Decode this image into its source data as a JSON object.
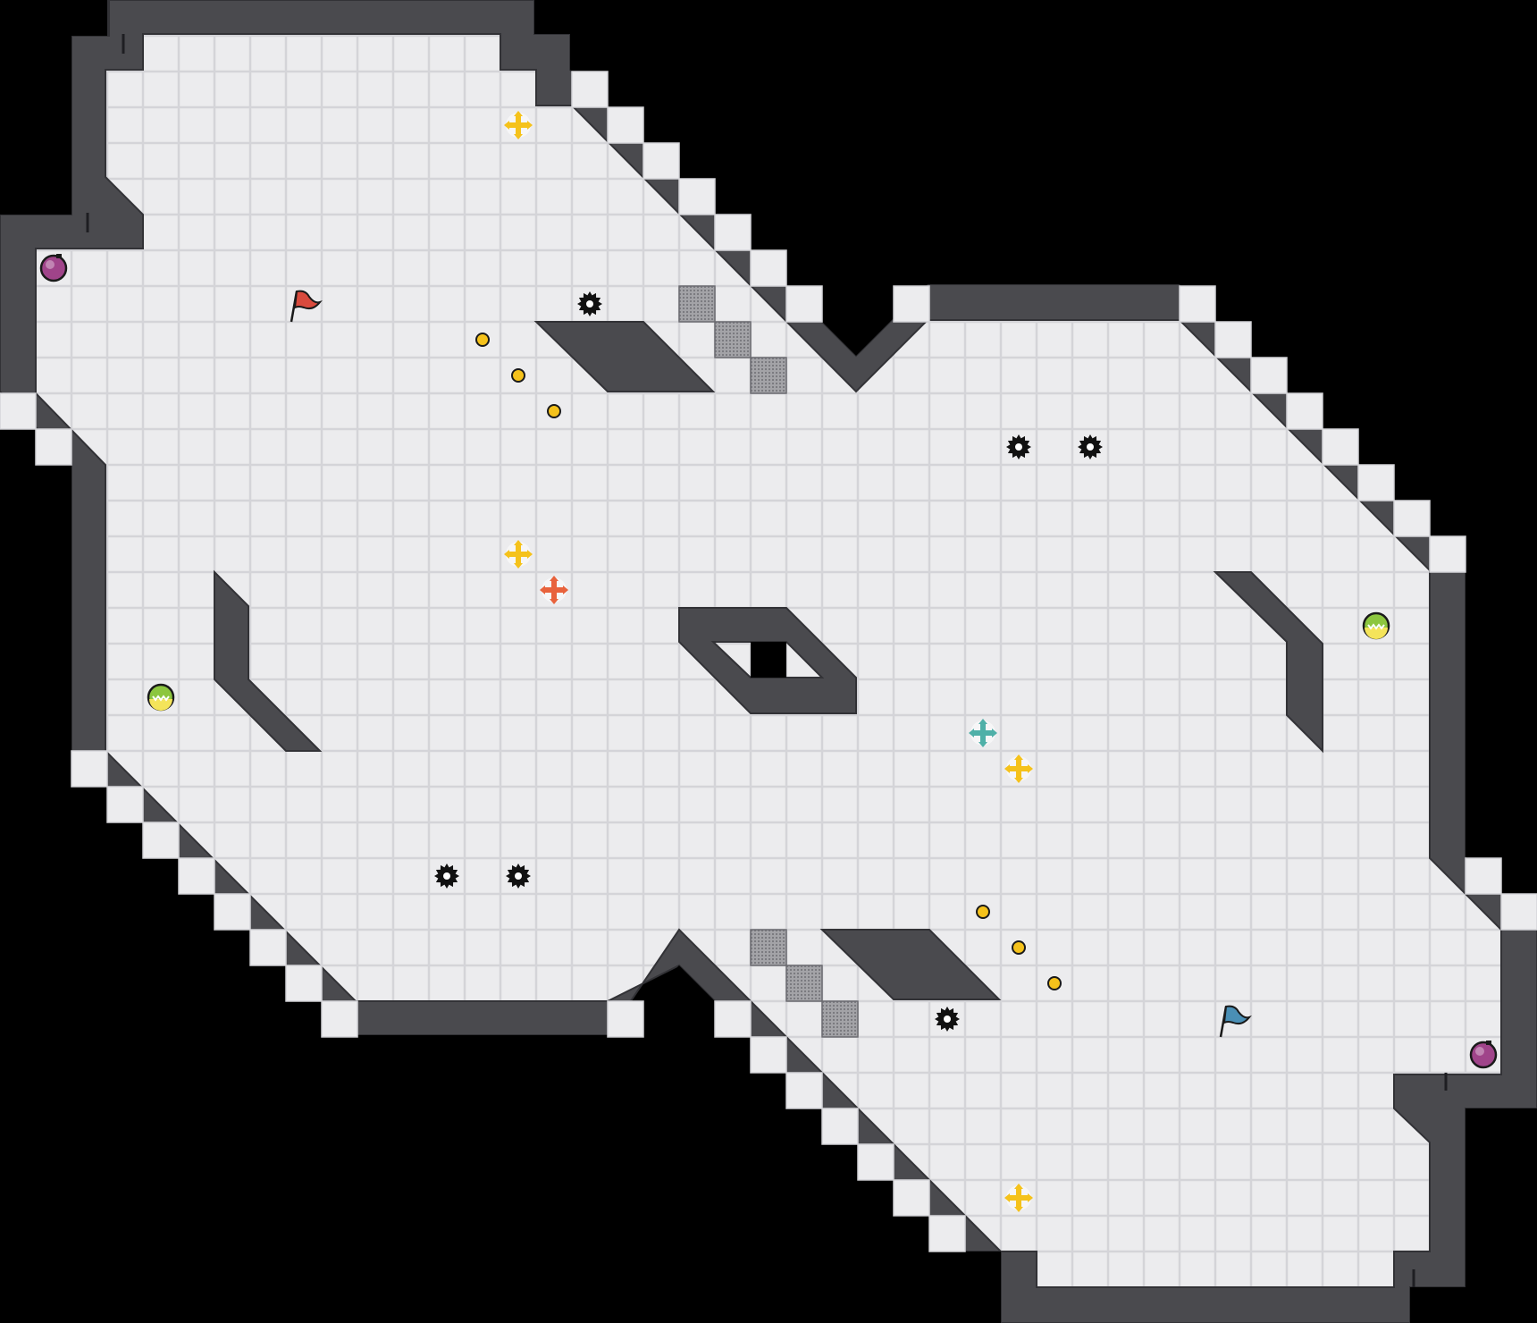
{
  "map": {
    "colors": {
      "background": "#000000",
      "floor": "#ececee",
      "grid_line": "#d4d4d8",
      "wall": "#4a4a4e",
      "wall_edge": "#323236",
      "stipple_tile": "#8a8a8e",
      "mine": "#111111",
      "mine_center": "#ffffff",
      "boost": "#f5c21b",
      "boost_core": "#fde58a",
      "ball_tagpro": "#f4e45a",
      "red_flag": "#d94a3d",
      "blue_flag": "#4a8fb5",
      "bomb": "#a0448a",
      "team_boost_red": "#e8623c",
      "team_boost_blue": "#4fb0a8",
      "gate_ball_green": "#8cc63f"
    },
    "legend": [
      {
        "item": "red-flag",
        "icon": "flag-icon"
      },
      {
        "item": "blue-flag",
        "icon": "flag-icon"
      },
      {
        "item": "mine",
        "icon": "spike-mine-icon"
      },
      {
        "item": "boost",
        "icon": "boost-icon"
      },
      {
        "item": "red-boost",
        "icon": "boost-icon"
      },
      {
        "item": "blue-boost",
        "icon": "boost-icon"
      },
      {
        "item": "bomb",
        "icon": "bomb-icon"
      },
      {
        "item": "powerup-ball",
        "icon": "powerup-icon"
      },
      {
        "item": "coin",
        "icon": "coin-icon"
      },
      {
        "item": "gate-tile",
        "icon": "stipple-tile-icon"
      }
    ]
  }
}
